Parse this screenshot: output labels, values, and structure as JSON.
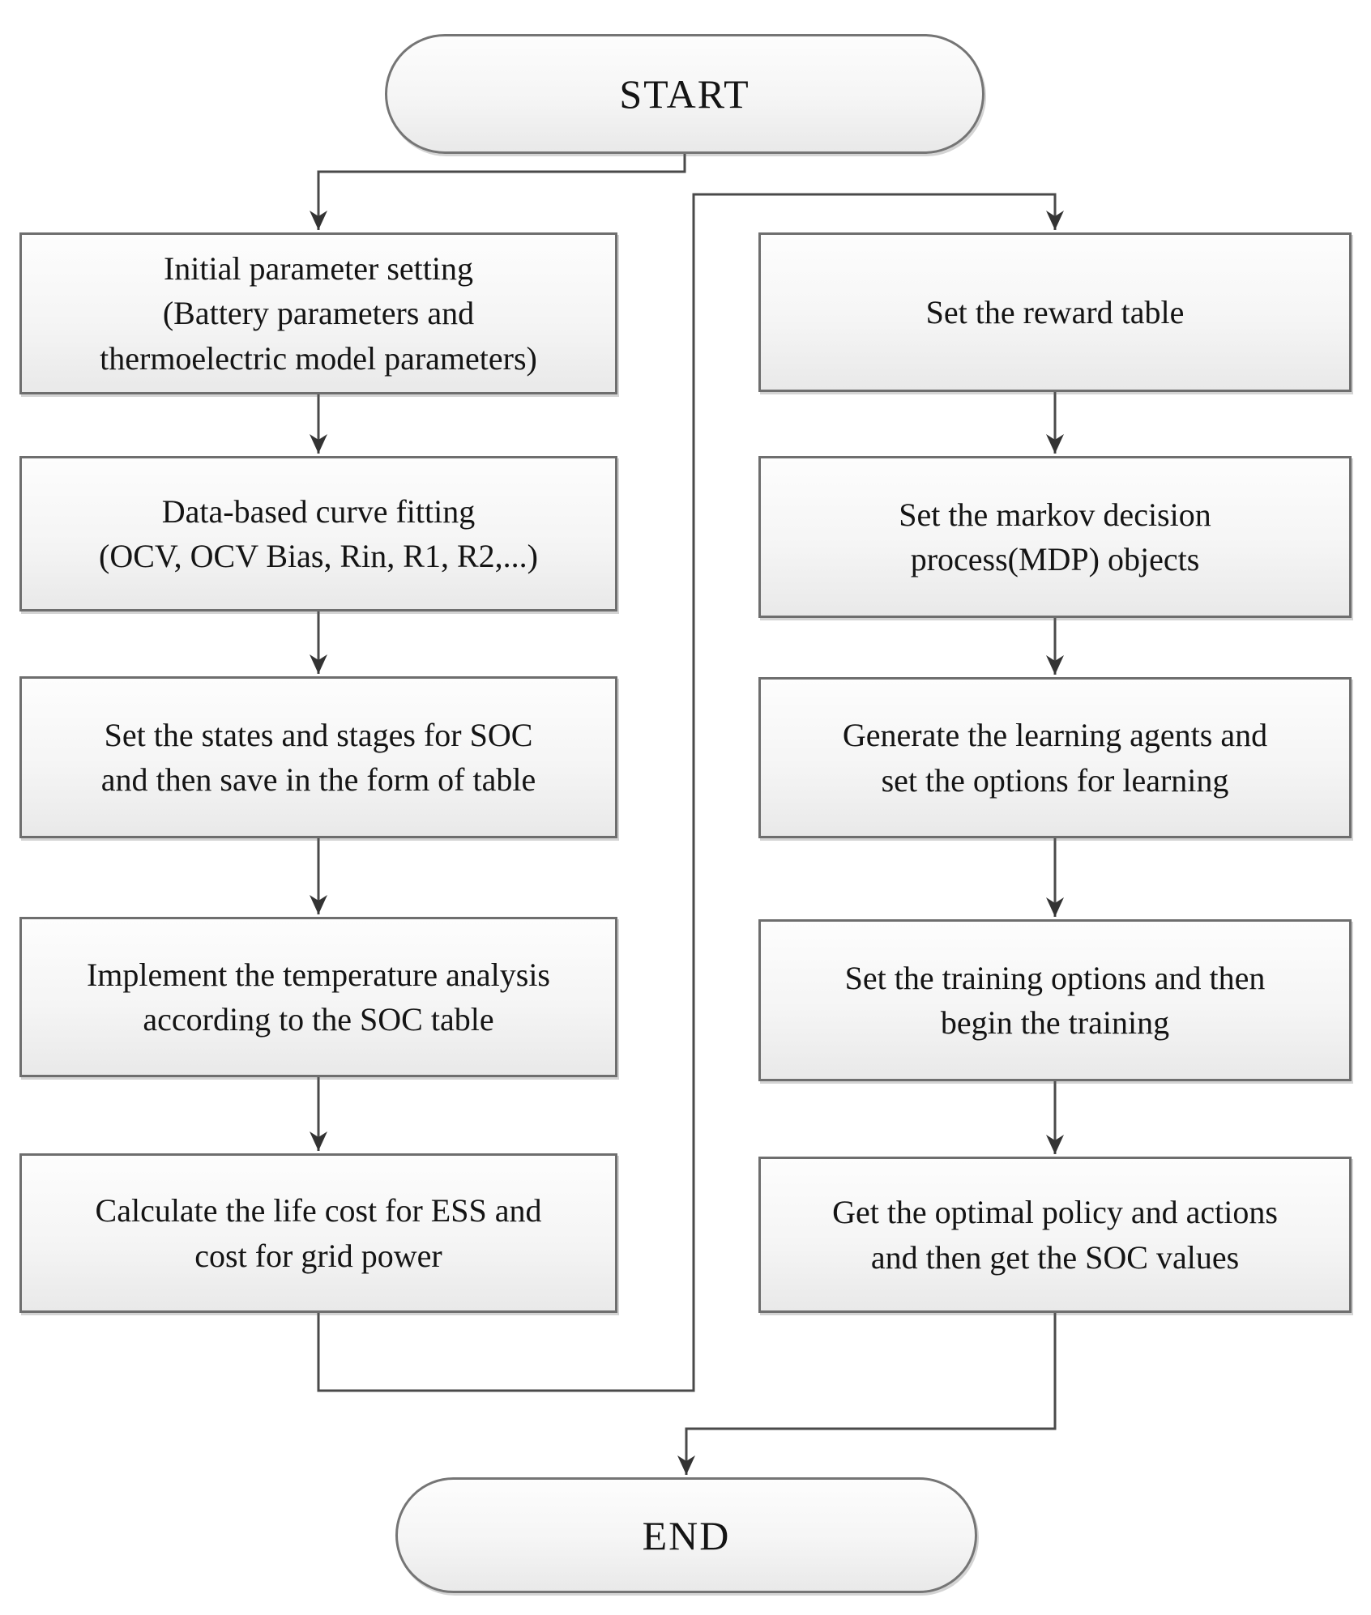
{
  "page": {
    "background": "#ffffff",
    "description": "Flowchart of battery SOC reinforcement-learning procedure"
  },
  "palette": {
    "box_fill_top": "#fdfdfd",
    "box_fill_bottom": "#e9e9e9",
    "box_border": "#6e6e6e",
    "pill_border": "#757575",
    "connector": "#4a4a4a",
    "arrowhead": "#333333",
    "text": "#141414"
  },
  "flowchart": {
    "start": {
      "label": "START"
    },
    "end": {
      "label": "END"
    },
    "left_column": [
      {
        "id": "initial-parameter-setting",
        "lines": [
          "Initial parameter setting",
          "(Battery parameters and",
          "thermoelectric model parameters)"
        ]
      },
      {
        "id": "data-based-curve-fitting",
        "lines": [
          "Data-based curve fitting",
          "(OCV, OCV Bias, Rin, R1, R2,...)"
        ]
      },
      {
        "id": "set-states-stages-soc",
        "lines": [
          "Set the states and stages for SOC",
          "and then save in the form of table"
        ]
      },
      {
        "id": "implement-temperature-analysis",
        "lines": [
          "Implement the temperature analysis",
          "according to the SOC table"
        ]
      },
      {
        "id": "calculate-life-cost",
        "lines": [
          "Calculate the life cost for ESS and",
          "cost for grid power"
        ]
      }
    ],
    "right_column": [
      {
        "id": "set-reward-table",
        "lines": [
          "Set the reward table"
        ]
      },
      {
        "id": "set-mdp-objects",
        "lines": [
          "Set the markov decision",
          "process(MDP) objects"
        ]
      },
      {
        "id": "generate-learning-agents",
        "lines": [
          "Generate the learning agents and",
          "set the options for learning"
        ]
      },
      {
        "id": "set-training-options",
        "lines": [
          "Set the training options and then",
          "begin the training"
        ]
      },
      {
        "id": "get-optimal-policy",
        "lines": [
          "Get the optimal policy and actions",
          "and then get the SOC values"
        ]
      }
    ]
  }
}
